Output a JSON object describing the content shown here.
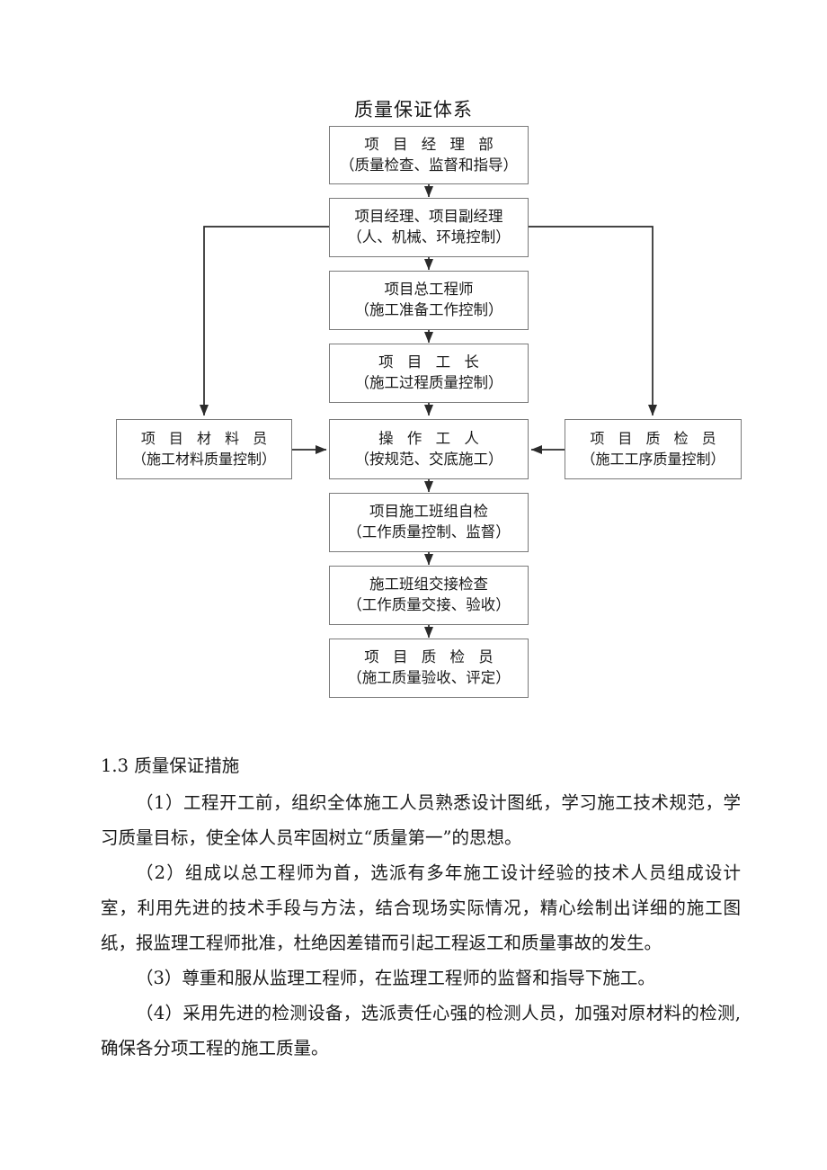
{
  "flowchart": {
    "title": "质量保证体系",
    "nodes": [
      {
        "id": "project-manager-dept",
        "line1": "项 目 经 理 部",
        "line2": "（质量检查、监督和指导）"
      },
      {
        "id": "project-manager-deputy",
        "line1": "项目经理、项目副经理",
        "line2": "（人、机械、环境控制）"
      },
      {
        "id": "chief-engineer",
        "line1": "项目总工程师",
        "line2": "（施工准备工作控制）"
      },
      {
        "id": "project-foreman",
        "line1": "项 目 工 长",
        "line2": "（施工过程质量控制）"
      },
      {
        "id": "material-clerk",
        "line1": "项 目 材 料 员",
        "line2": "（施工材料质量控制）"
      },
      {
        "id": "operators",
        "line1": "操 作 工 人",
        "line2": "（按规范、交底施工）"
      },
      {
        "id": "quality-inspector-right",
        "line1": "项 目 质 检 员",
        "line2": "（施工工序质量控制）"
      },
      {
        "id": "team-self-inspection",
        "line1": "项目施工班组自检",
        "line2": "（工作质量控制、监督）"
      },
      {
        "id": "team-handover-check",
        "line1": "施工班组交接检查",
        "line2": "（工作质量交接、验收）"
      },
      {
        "id": "quality-inspector-final",
        "line1": "项 目 质 检 员",
        "line2": "（施工质量验收、评定）"
      }
    ]
  },
  "document": {
    "heading": "1.3 质量保证措施",
    "paragraphs": [
      "（1）工程开工前，组织全体施工人员熟悉设计图纸，学习施工技术规范，学习质量目标，使全体人员牢固树立“质量第一”的思想。",
      "（2）组成以总工程师为首，选派有多年施工设计经验的技术人员组成设计室，利用先进的技术手段与方法，结合现场实际情况，精心绘制出详细的施工图纸，报监理工程师批准，杜绝因差错而引起工程返工和质量事故的发生。",
      "（3）尊重和服从监理工程师，在监理工程师的监督和指导下施工。",
      "（4）采用先进的检测设备，选派责任心强的检测人员，加强对原材料的检测,确保各分项工程的施工质量。"
    ]
  }
}
